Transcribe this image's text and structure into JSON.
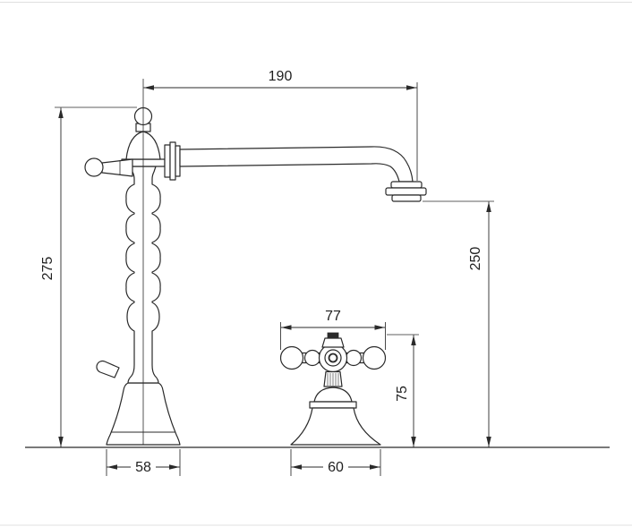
{
  "drawing": {
    "background_color": "#ffffff",
    "line_color": "#2a2a2a",
    "dimensions": {
      "spout_reach": "190",
      "faucet_height": "275",
      "outlet_height": "250",
      "handle_width": "77",
      "handle_height": "75",
      "faucet_base_width": "58",
      "handle_base_width": "60"
    }
  }
}
